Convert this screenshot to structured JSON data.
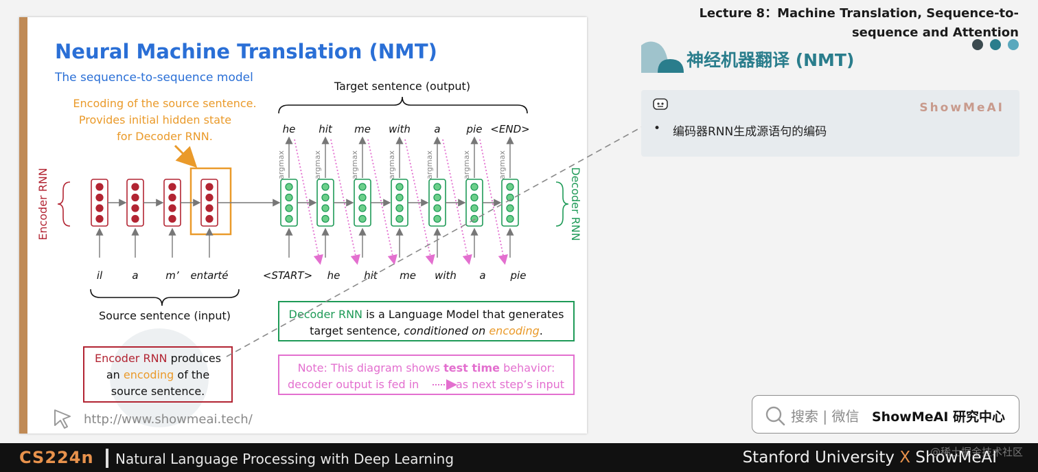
{
  "slide": {
    "title": "Neural Machine Translation (NMT)",
    "subtitle": "The sequence-to-sequence model",
    "target_label": "Target sentence (output)",
    "source_label": "Source sentence (input)",
    "encoding_note": [
      "Encoding of the source sentence.",
      "Provides initial hidden state",
      "for Decoder RNN."
    ],
    "encoder_label": "Encoder RNN",
    "decoder_label": "Decoder RNN",
    "argmax_label": "argmax",
    "source_words": [
      "il",
      "a",
      "m’",
      "entarté"
    ],
    "decoder_inputs": [
      "<START>",
      "he",
      "hit",
      "me",
      "with",
      "a",
      "pie"
    ],
    "decoder_outputs": [
      "he",
      "hit",
      "me",
      "with",
      "a",
      "pie",
      "<END>"
    ],
    "decoder_box": {
      "line1_prefix": "Decoder RNN",
      "line1_rest": " is a Language Model that generates",
      "line2_prefix": "target sentence, ",
      "line2_em": "conditioned on",
      "line2_enc": "encoding",
      "line2_end": "."
    },
    "encoder_box": {
      "line1_prefix": "Encoder RNN",
      "line1_rest": " produces",
      "line2_a": "an ",
      "line2_enc": "encoding",
      "line2_b": " of the",
      "line3": "source sentence."
    },
    "note_box": {
      "line1_a": "Note: This diagram shows ",
      "line1_b": "test time",
      "line1_c": " behavior:",
      "line2_a": "decoder output is fed in ",
      "line2_b": " as next step’s input"
    },
    "url": "http://www.showmeai.tech/"
  },
  "panel": {
    "lecture_title": "Lecture 8：Machine Translation, Sequence-to-sequence and Attention",
    "section_title": "神经机器翻译 (NMT)",
    "note_brand": "ShowMeAI",
    "note_bullet": "•",
    "note_text": "编码器RNN生成源语句的编码",
    "search_hint": "搜索 | 微信",
    "search_brand": "ShowMeAI 研究中心"
  },
  "footer": {
    "course_code": "CS224n",
    "course_name": "Natural Language Processing with Deep Learning",
    "university": "Stanford University ",
    "x": "X",
    "brand": " ShowMeAI",
    "watermark": "@稀土掘金技术社区"
  },
  "colors": {
    "encoder": "#b22432",
    "decoder": "#1e9a57",
    "orange": "#ea9a2a",
    "title_blue": "#2a6fd6",
    "pink": "#e36fcf",
    "teal": "#2a7d8c"
  }
}
